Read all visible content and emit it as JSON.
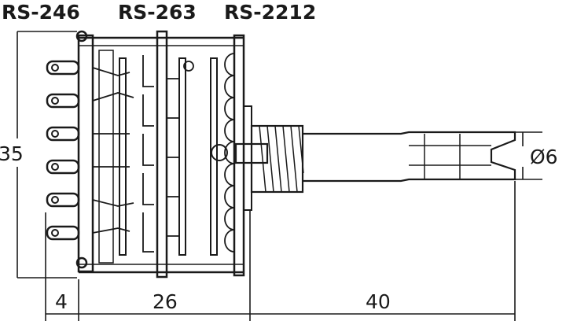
{
  "models": [
    "RS-246",
    "RS-263",
    "RS-2212"
  ],
  "dimensions": {
    "height": "35",
    "diameter": "Ø6",
    "offset": "4",
    "body_depth": "26",
    "shaft_length": "40"
  },
  "terminal_count": 6
}
